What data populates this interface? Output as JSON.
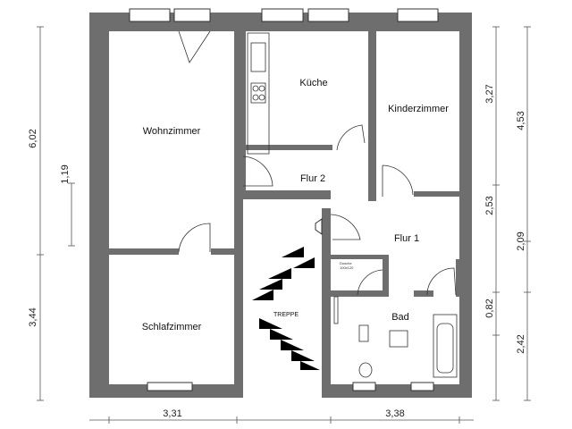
{
  "rooms": {
    "wohnzimmer": "Wohnzimmer",
    "kueche": "Küche",
    "kinderzimmer": "Kinderzimmer",
    "flur2": "Flur 2",
    "flur1": "Flur 1",
    "schlafzimmer": "Schlafzimmer",
    "treppe": "TREPPE",
    "bad": "Bad",
    "dusche_line1": "Dusche",
    "dusche_line2": "100x120"
  },
  "dimensions": {
    "left_total": "6,02",
    "left_lower": "3,44",
    "left_inner": "1,19",
    "right_inner_1": "3,27",
    "right_inner_2": "2,53",
    "right_inner_3": "0,82",
    "right_outer_1": "4,53",
    "right_outer_2": "2,09",
    "right_outer_3": "2,42",
    "bottom_left": "3,31",
    "bottom_right": "3,38"
  },
  "colors": {
    "wall": "#6e6e6e",
    "background": "#ffffff"
  }
}
